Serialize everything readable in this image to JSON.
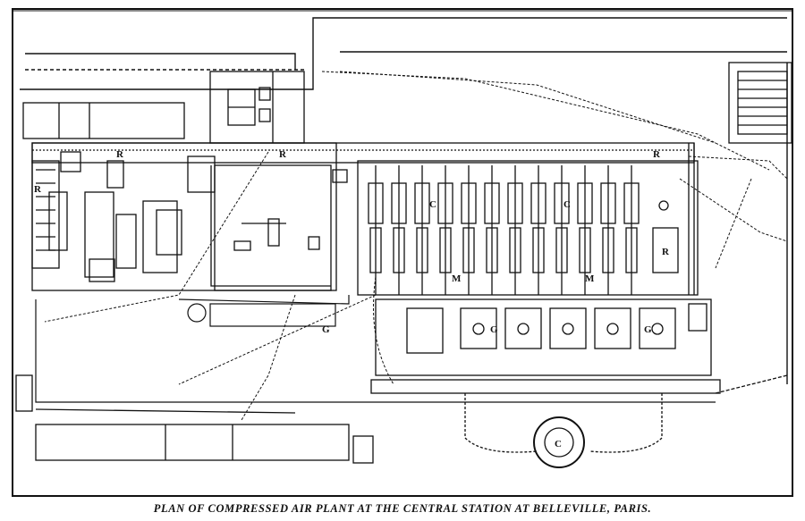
{
  "caption": "PLAN OF COMPRESSED AIR PLANT AT THE CENTRAL STATION AT BELLEVILLE, PARIS.",
  "labels": {
    "r1": "R",
    "r2": "R",
    "r3": "R",
    "r4": "R",
    "r5": "R",
    "c1": "C",
    "c2": "C",
    "c3": "C",
    "m1": "M",
    "m2": "M",
    "g1": "G",
    "g2": "G",
    "g3": "G"
  }
}
